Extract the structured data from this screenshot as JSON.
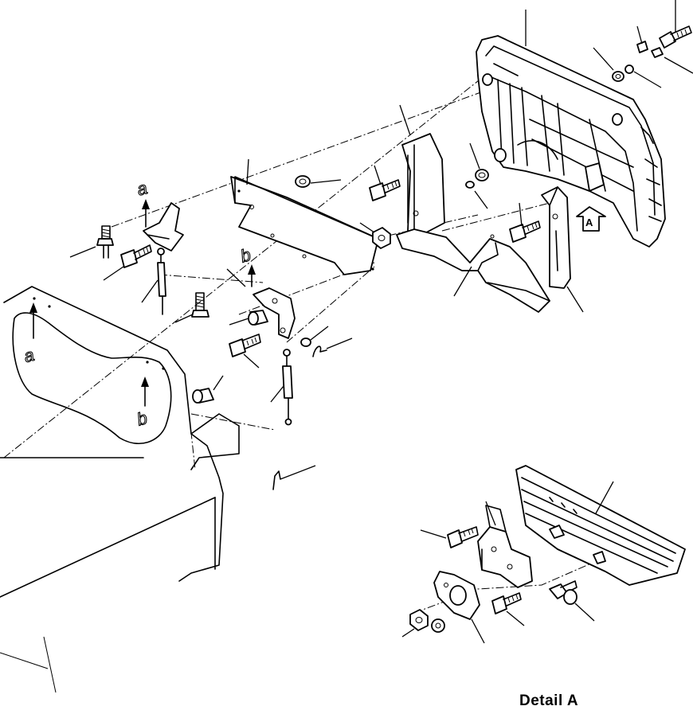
{
  "labels": {
    "detail_caption": "Detail  A",
    "view_arrow": "A",
    "ref_a": "a",
    "ref_b": "b"
  },
  "colors": {
    "ink": "#000000",
    "paper": "#ffffff"
  }
}
